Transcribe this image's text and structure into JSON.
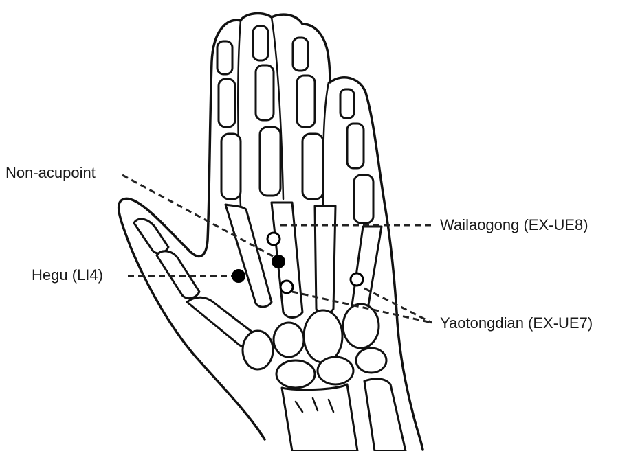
{
  "labels": {
    "non_acupoint": "Non-acupoint",
    "hegu": "Hegu (LI4)",
    "wailaogong": "Wailaogong (EX-UE8)",
    "yaotongdian": "Yaotongdian (EX-UE7)"
  },
  "colors": {
    "line": "#111111",
    "point_filled": "#000000",
    "point_open": "#ffffff",
    "background": "#ffffff"
  }
}
